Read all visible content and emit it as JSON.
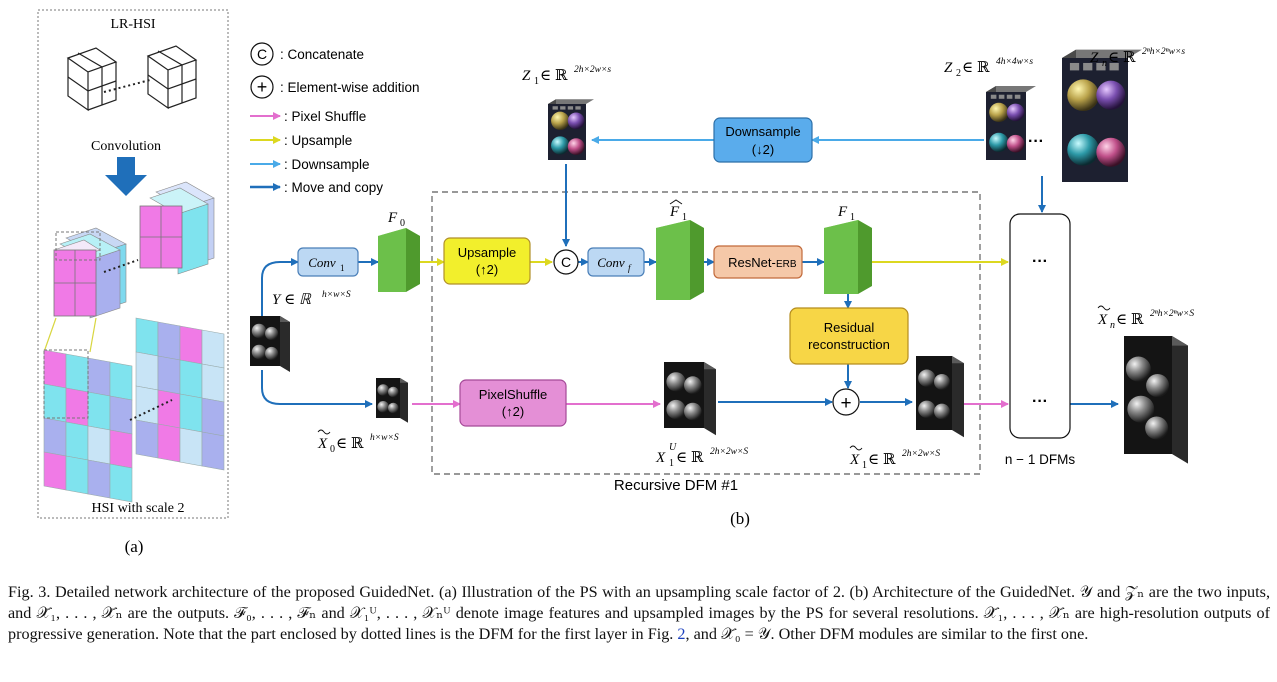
{
  "panel_a": {
    "title": "LR-HSI",
    "convolution": "Convolution",
    "bottom_label": "HSI with scale 2",
    "sublabel": "(a)"
  },
  "legend": {
    "concat_symbol": "C",
    "concat_label": ": Concatenate",
    "add_symbol": "+",
    "add_label": ": Element-wise addition",
    "pixel_shuffle": ": Pixel Shuffle",
    "upsample": ": Upsample",
    "downsample": ": Downsample",
    "move_copy": ": Move and copy"
  },
  "colors": {
    "pink": "#e36fce",
    "yellow": "#dcd820",
    "lightblue": "#4aaae8",
    "darkblue": "#1f6fba",
    "green": "#6cc04a",
    "grid_pink": "#f07ae6",
    "grid_cyan": "#7fe3ee",
    "grid_lav": "#a9b0ee"
  },
  "blocks": {
    "conv1": "Conv",
    "conv1_sub": "1",
    "upsample_l1": "Upsample",
    "upsample_l2": "(↑2)",
    "concat": "C",
    "convf": "Conv",
    "convf_sub": "f",
    "resnet": "ResNet-",
    "resnet_small": "ERB",
    "residual_l1": "Residual",
    "residual_l2": "reconstruction",
    "pixelshuffle_l1": "PixelShuffle",
    "pixelshuffle_l2": "(↑2)",
    "add": "+",
    "downsample_l1": "Downsample",
    "downsample_l2": "(↓2)",
    "dots_top": "···",
    "dots_mid": "···",
    "dots_bottom": "···",
    "dots_z": "···"
  },
  "labels": {
    "F0": "F",
    "F0_sub": "0",
    "F1hat": "F",
    "F1hat_sub": "1",
    "F1": "F",
    "F1_sub": "1",
    "Y": "Y ∈ ℝ",
    "Y_sup": "h×w×S",
    "X0": "X",
    "X0_sub": "0",
    "X0_rest": " ∈ ℝ",
    "X0_sup": "h×w×S",
    "X1U": "X",
    "X1U_sub": "1",
    "X1U_supU": "U",
    "X1U_rest": " ∈ ℝ",
    "X1U_sup": "2h×2w×S",
    "X1": "X",
    "X1_sub": "1",
    "X1_rest": " ∈ ℝ",
    "X1_sup": "2h×2w×S",
    "Xn": "X",
    "Xn_sub": "n",
    "Xn_rest": " ∈ ℝ",
    "Xn_sup": "2ⁿh×2ⁿw×S",
    "Z1": "Z",
    "Z1_sub": "1",
    "Z1_rest": " ∈ ℝ",
    "Z1_sup": "2h×2w×s",
    "Z2": "Z",
    "Z2_sub": "2",
    "Z2_rest": " ∈ ℝ",
    "Z2_sup": "4h×4w×s",
    "Zn": "Z",
    "Zn_sub": "n",
    "Zn_rest": " ∈ ℝ",
    "Zn_sup": "2ⁿh×2ⁿw×s",
    "recursive": "Recursive  DFM  #1",
    "n_dfms": "n − 1 DFMs",
    "sublabel_b": "(b)"
  },
  "caption": {
    "s1": "Fig. 3.   Detailed network architecture of the proposed GuidedNet. (a) Illustration of the PS with an upsampling scale factor of 2. (b) Architecture of the GuidedNet. 𝒴 and 𝒵ₙ are the two inputs, and 𝒳̃₁, . . . , 𝒳̃ₙ are the outputs. ℱ₀, . . . , ℱₙ and 𝒳₁ᵁ, . . . , 𝒳ₙᵁ denote image features and upsampled images by the PS for several resolutions. 𝒳̃₁, . . . , 𝒳̃ₙ are high-resolution outputs of progressive generation. Note that the part enclosed by dotted lines is the DFM for the first layer in Fig. ",
    "ref": "2",
    "s2": ", and 𝒳̃₀ = 𝒴. Other DFM modules are similar to the first one."
  }
}
